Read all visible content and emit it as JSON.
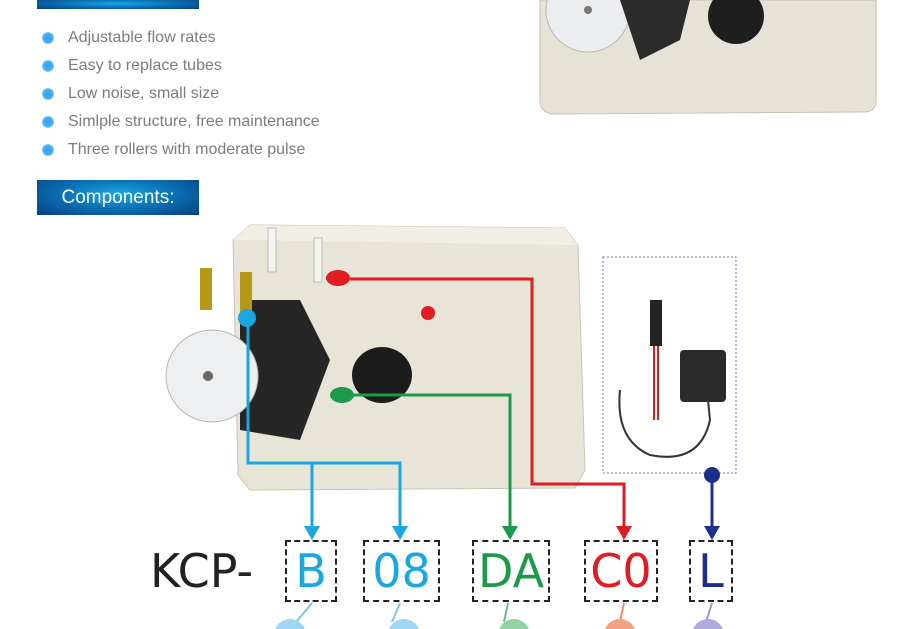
{
  "features": [
    "Adjustable flow rates",
    "Easy to replace tubes",
    "Low noise, small size",
    "Simlple structure, free maintenance",
    "Three rollers with moderate pulse"
  ],
  "components_heading": "Components:",
  "model_code": {
    "prefix": "KCP-",
    "parts": [
      {
        "text": "B",
        "color": "#1aa6e0"
      },
      {
        "text": "08",
        "color": "#1aa6e0"
      },
      {
        "text": "DA",
        "color": "#1c9a4a"
      },
      {
        "text": "C0",
        "color": "#e01b22"
      },
      {
        "text": "L",
        "color": "#1c2f8c"
      }
    ]
  }
}
